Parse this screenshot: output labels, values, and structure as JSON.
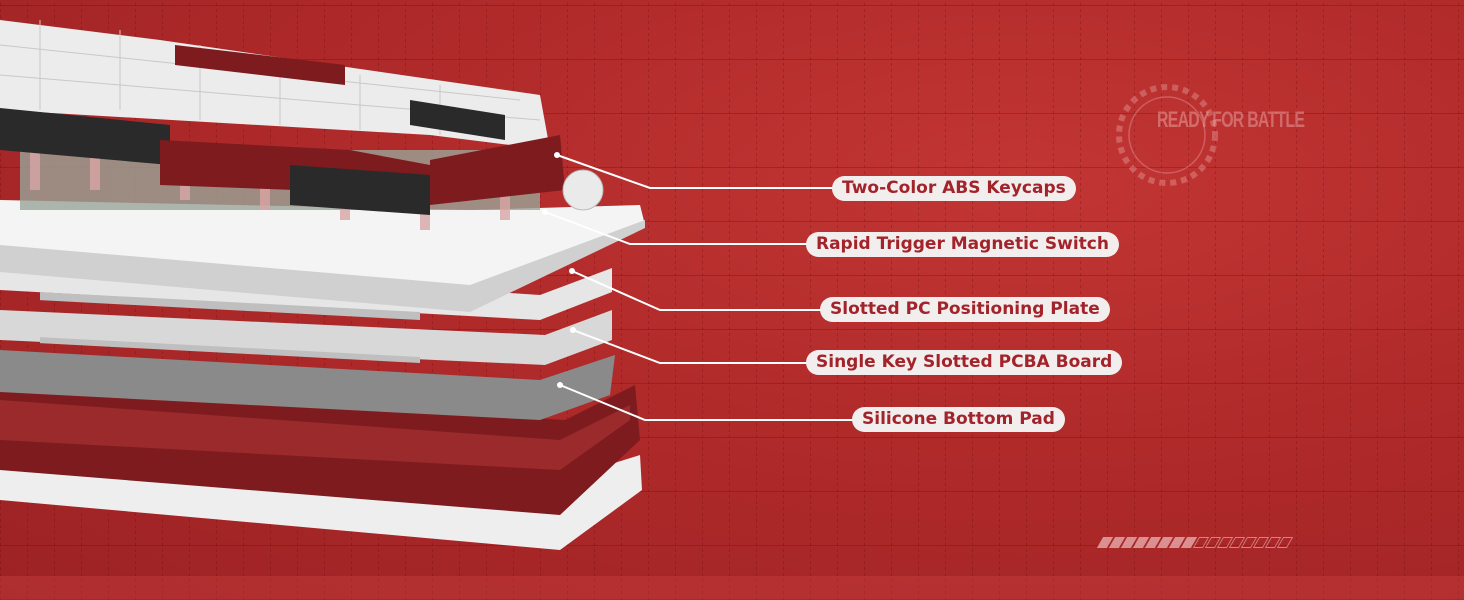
{
  "callouts": [
    {
      "label": "Two-Color ABS Keycaps"
    },
    {
      "label": "Rapid Trigger Magnetic Switch"
    },
    {
      "label": "Slotted PC Positioning Plate"
    },
    {
      "label": "Single Key Slotted PCBA Board"
    },
    {
      "label": "Silicone Bottom Pad"
    }
  ],
  "stamp": {
    "text": "READY FOR BATTLE"
  },
  "progress": {
    "filled_segments": 8,
    "total_segments": 16
  },
  "colors": {
    "background": "#b02a2a",
    "pill_bg": "#f3eeee",
    "pill_text": "#a3232a",
    "case_red": "#7e1b1f"
  }
}
